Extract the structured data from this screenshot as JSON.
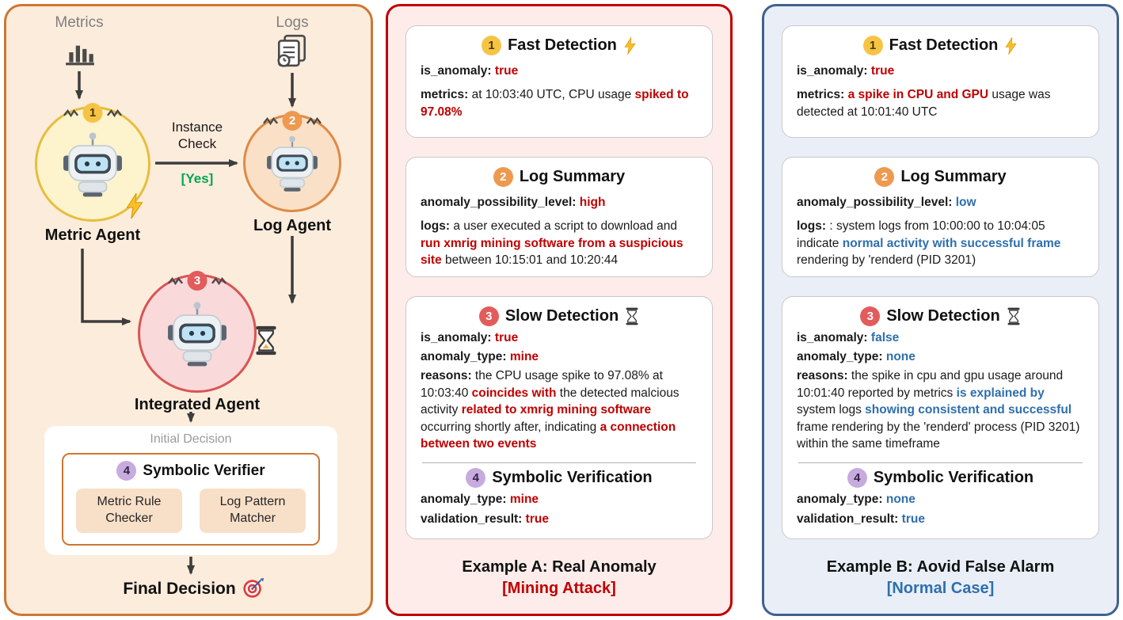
{
  "colors": {
    "red": "#bf0000",
    "blue": "#2e6fad",
    "green": "#00a651",
    "gold_badge": "#f6c445",
    "orange_badge": "#ed9a50",
    "red_badge": "#e25c5c",
    "purple_badge": "#c7abdf",
    "left_border": "#cd7732",
    "a_border": "#c00000",
    "b_border": "#41618e"
  },
  "flow": {
    "metrics_label": "Metrics",
    "logs_label": "Logs",
    "instance_check_label": "Instance Check",
    "yes_label": "[Yes]",
    "metric_agent_badge": "1",
    "log_agent_badge": "2",
    "integrated_agent_badge": "3",
    "verifier_badge": "4",
    "metric_agent_label": "Metric Agent",
    "log_agent_label": "Log Agent",
    "integrated_agent_label": "Integrated Agent",
    "initial_decision_label": "Initial Decision",
    "symbolic_verifier_label": "Symbolic Verifier",
    "metric_rule_checker_label": "Metric Rule Checker",
    "log_pattern_matcher_label": "Log Pattern Matcher",
    "final_decision_label": "Final Decision"
  },
  "example_a": {
    "caption_title": "Example A: Real Anomaly",
    "caption_sub": "[Mining Attack]",
    "fast": {
      "badge": "1",
      "title": "Fast Detection",
      "lines": {
        "l1": [
          {
            "t": "is_anomaly: ",
            "b": true
          },
          {
            "t": "true",
            "b": true,
            "c": "red"
          }
        ],
        "l2": [
          {
            "t": "metrics: ",
            "b": true
          },
          {
            "t": "at 10:03:40 UTC, CPU usage "
          },
          {
            "t": "spiked to 97.08%",
            "b": true,
            "c": "red"
          }
        ]
      }
    },
    "log": {
      "badge": "2",
      "title": "Log Summary",
      "lines": {
        "l1": [
          {
            "t": "anomaly_possibility_level: ",
            "b": true
          },
          {
            "t": "high",
            "b": true,
            "c": "red"
          }
        ],
        "l2": [
          {
            "t": "logs: ",
            "b": true
          },
          {
            "t": "a user executed a script to download and "
          },
          {
            "t": "run xmrig mining  software from a suspicious site",
            "b": true,
            "c": "red"
          },
          {
            "t": " between 10:15:01 and 10:20:44"
          }
        ]
      }
    },
    "slow": {
      "badge": "3",
      "title": "Slow Detection",
      "lines": {
        "l1": [
          {
            "t": "is_anomaly: ",
            "b": true
          },
          {
            "t": "true",
            "b": true,
            "c": "red"
          }
        ],
        "l2": [
          {
            "t": "anomaly_type: ",
            "b": true
          },
          {
            "t": "mine",
            "b": true,
            "c": "red"
          }
        ],
        "l3": [
          {
            "t": "reasons: ",
            "b": true
          },
          {
            "t": "the CPU usage spike to 97.08% at 10:03:40 "
          },
          {
            "t": "coincides with",
            "b": true,
            "c": "red"
          },
          {
            "t": " the detected malcious activity "
          },
          {
            "t": "related to xmrig mining software",
            "b": true,
            "c": "red"
          },
          {
            "t": " occurring shortly after, indicating "
          },
          {
            "t": "a connection between two events",
            "b": true,
            "c": "red"
          }
        ]
      }
    },
    "verify": {
      "badge": "4",
      "title": "Symbolic Verification",
      "lines": {
        "l1": [
          {
            "t": "anomaly_type: ",
            "b": true
          },
          {
            "t": "mine",
            "b": true,
            "c": "red"
          }
        ],
        "l2": [
          {
            "t": "validation_result: ",
            "b": true
          },
          {
            "t": "true",
            "b": true,
            "c": "red"
          }
        ]
      }
    }
  },
  "example_b": {
    "caption_title": "Example B: Aovid False Alarm",
    "caption_sub": "[Normal Case]",
    "fast": {
      "badge": "1",
      "title": "Fast Detection",
      "lines": {
        "l1": [
          {
            "t": "is_anomaly: ",
            "b": true
          },
          {
            "t": "true",
            "b": true,
            "c": "red"
          }
        ],
        "l2": [
          {
            "t": "metrics: ",
            "b": true
          },
          {
            "t": "a spike in CPU and GPU",
            "b": true,
            "c": "red"
          },
          {
            "t": " usage was detected at 10:01:40 UTC"
          }
        ]
      }
    },
    "log": {
      "badge": "2",
      "title": "Log Summary",
      "lines": {
        "l1": [
          {
            "t": "anomaly_possibility_level: ",
            "b": true
          },
          {
            "t": "low",
            "b": true,
            "c": "blue"
          }
        ],
        "l2": [
          {
            "t": "logs: ",
            "b": true
          },
          {
            "t": ": system logs from 10:00:00 to 10:04:05 indicate "
          },
          {
            "t": "normal activity with successful frame",
            "b": true,
            "c": "blue"
          },
          {
            "t": " rendering by 'renderd (PID 3201)"
          }
        ]
      }
    },
    "slow": {
      "badge": "3",
      "title": "Slow Detection",
      "lines": {
        "l1": [
          {
            "t": "is_anomaly: ",
            "b": true
          },
          {
            "t": "false",
            "b": true,
            "c": "blue"
          }
        ],
        "l2": [
          {
            "t": "anomaly_type: ",
            "b": true
          },
          {
            "t": "none",
            "b": true,
            "c": "blue"
          }
        ],
        "l3": [
          {
            "t": "reasons: ",
            "b": true
          },
          {
            "t": "the spike in cpu and gpu usage around 10:01:40 reported by metrics "
          },
          {
            "t": "is explained by",
            "b": true,
            "c": "blue"
          },
          {
            "t": " system logs "
          },
          {
            "t": "showing consistent and successful",
            "b": true,
            "c": "blue"
          },
          {
            "t": " frame rendering by the 'renderd' process (PID 3201) within the same timeframe"
          }
        ]
      }
    },
    "verify": {
      "badge": "4",
      "title": "Symbolic Verification",
      "lines": {
        "l1": [
          {
            "t": "anomaly_type: ",
            "b": true
          },
          {
            "t": "none",
            "b": true,
            "c": "blue"
          }
        ],
        "l2": [
          {
            "t": "validation_result: ",
            "b": true
          },
          {
            "t": "true",
            "b": true,
            "c": "blue"
          }
        ]
      }
    }
  }
}
